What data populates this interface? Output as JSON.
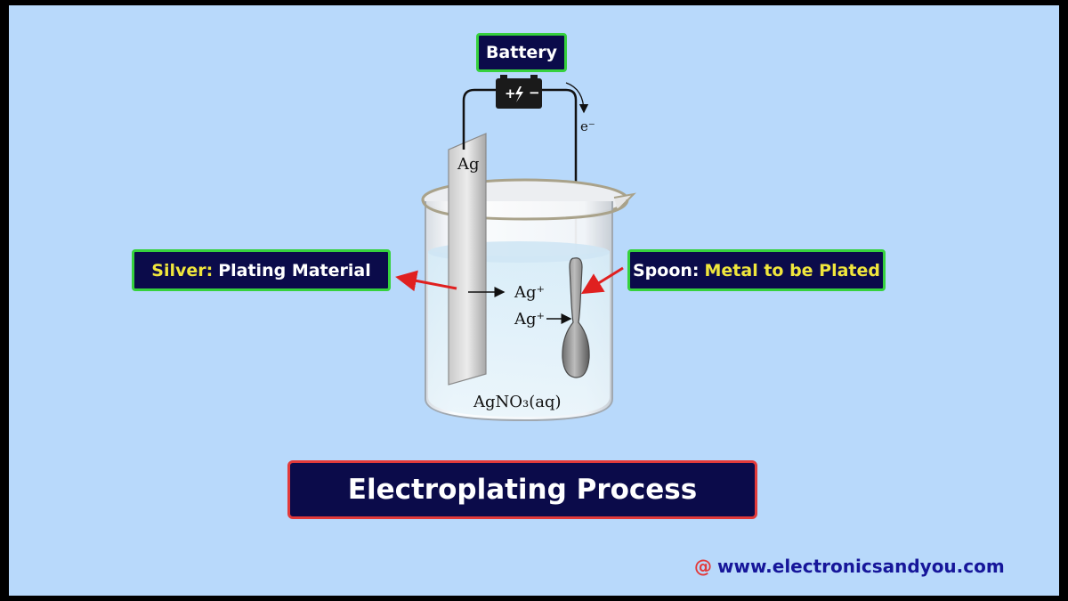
{
  "labels": {
    "battery": "Battery",
    "silver_term": "Silver:",
    "silver_desc": "Plating Material",
    "spoon_term": "Spoon:",
    "spoon_desc": "Metal to be Plated",
    "electron": "e⁻",
    "anode_metal": "Ag",
    "ion_1": "Ag⁺",
    "ion_2": "Ag⁺",
    "solution": "AgNO₃(aq)"
  },
  "title": "Electroplating Process",
  "watermark": {
    "symbol": "@",
    "site": "www.electronicsandyou.com"
  },
  "colors": {
    "background": "#b8d9fb",
    "box_fill": "#0b0b4a",
    "box_border_green": "#36d13d",
    "box_border_red": "#e23a3a",
    "highlight_text": "#f0e63c",
    "pointer_arrow": "#e02020"
  }
}
